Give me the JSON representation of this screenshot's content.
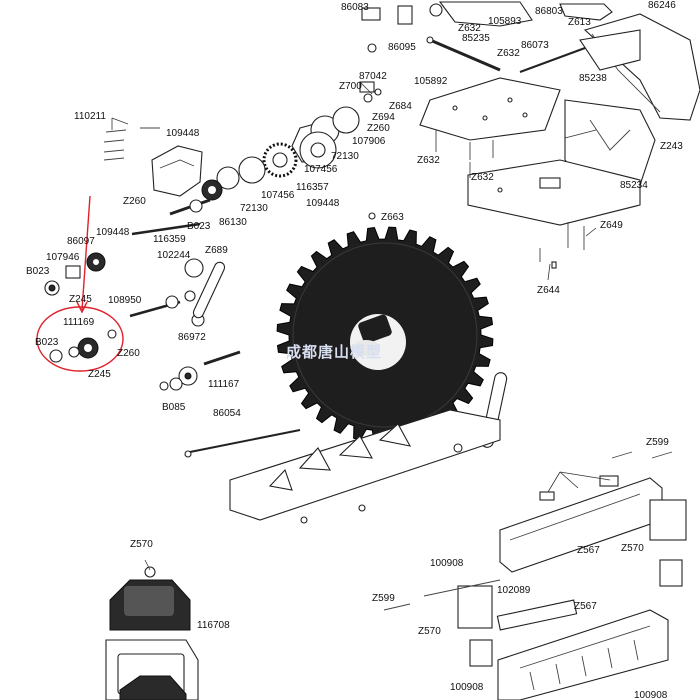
{
  "labels": [
    {
      "t": "86083"
    },
    {
      "t": "86803"
    },
    {
      "t": "86246"
    },
    {
      "t": "Z613"
    },
    {
      "t": "105893"
    },
    {
      "t": "Z632"
    },
    {
      "t": "85235"
    },
    {
      "t": "86095"
    },
    {
      "t": "86073"
    },
    {
      "t": "Z632"
    },
    {
      "t": "85238"
    },
    {
      "t": "87042"
    },
    {
      "t": "Z700"
    },
    {
      "t": "Z684"
    },
    {
      "t": "105892"
    },
    {
      "t": "Z694"
    },
    {
      "t": "Z260"
    },
    {
      "t": "110211"
    },
    {
      "t": "109448"
    },
    {
      "t": "72130"
    },
    {
      "t": "107906"
    },
    {
      "t": "107456"
    },
    {
      "t": "Z632"
    },
    {
      "t": "Z243"
    },
    {
      "t": "Z632"
    },
    {
      "t": "116357"
    },
    {
      "t": "Z260"
    },
    {
      "t": "B023"
    },
    {
      "t": "72130"
    },
    {
      "t": "107456"
    },
    {
      "t": "109448"
    },
    {
      "t": "85234"
    },
    {
      "t": "86130"
    },
    {
      "t": "Z663"
    },
    {
      "t": "86097"
    },
    {
      "t": "109448"
    },
    {
      "t": "116359"
    },
    {
      "t": "Z649"
    },
    {
      "t": "107946"
    },
    {
      "t": "102244"
    },
    {
      "t": "Z689"
    },
    {
      "t": "B023"
    },
    {
      "t": "Z245"
    },
    {
      "t": "108950"
    },
    {
      "t": "Z644"
    },
    {
      "t": "111169"
    },
    {
      "t": "B023"
    },
    {
      "t": "Z260"
    },
    {
      "t": "86972"
    },
    {
      "t": "Z245"
    },
    {
      "t": "111167"
    },
    {
      "t": "B085"
    },
    {
      "t": "86054"
    },
    {
      "t": "Z599"
    },
    {
      "t": "Z570"
    },
    {
      "t": "Z567"
    },
    {
      "t": "Z570"
    },
    {
      "t": "100908"
    },
    {
      "t": "102089"
    },
    {
      "t": "Z599"
    },
    {
      "t": "Z567"
    },
    {
      "t": "116708"
    },
    {
      "t": "Z570"
    },
    {
      "t": "100908"
    },
    {
      "t": "100908"
    }
  ],
  "watermark": "成都唐山模型",
  "colors": {
    "annotation": "#e0202a",
    "ink": "#222222",
    "gear": "#1e1e1e"
  }
}
